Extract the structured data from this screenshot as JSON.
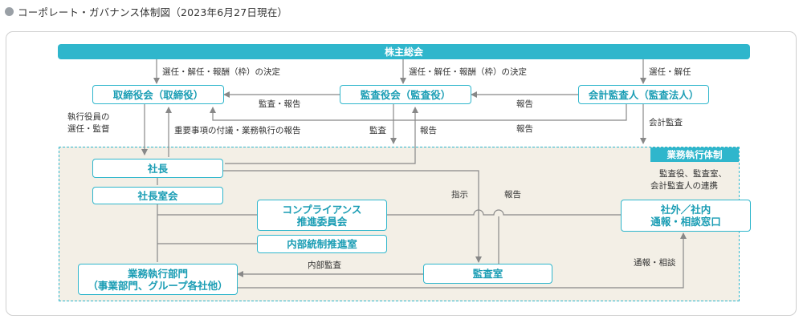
{
  "title": "コーポレート・ガバナンス体制図（2023年6月27日現在）",
  "colors": {
    "accent": "#2fb6cc",
    "box_text": "#1a9db4",
    "line": "#888888",
    "exec_area_bg": "#f3efe6",
    "title_dot": "#9aa0a6"
  },
  "nodes": {
    "shareholders": "株主総会",
    "board": "取締役会（取締役）",
    "audit_board": "監査役会（監査役）",
    "accounting_auditor": "会計監査人（監査法人）",
    "president": "社長",
    "president_office": "社長室会",
    "compliance": [
      "コンプライアンス",
      "推進委員会"
    ],
    "internal_control": "内部統制推進室",
    "audit_office": "監査室",
    "business_divisions": [
      "業務執行部門",
      "（事業部門、グループ各社他）"
    ],
    "hotline": [
      "社外／社内",
      "通報・相談窓口"
    ]
  },
  "exec_system": {
    "tag": "業務執行体制",
    "note": [
      "監査役、監査室、",
      "会計監査人の連携"
    ]
  },
  "labels": {
    "elect_board": "選任・解任・報酬（枠）の決定",
    "elect_audit": "選任・解任・報酬（枠）の決定",
    "elect_auditor": "選任・解任",
    "audit_report": "監査・報告",
    "report_auditor_to_audit": "報告",
    "exec_officers": [
      "執行役員の",
      "選任・監督"
    ],
    "important_matters": "重要事項の付議・業務執行の報告",
    "audit": "監査",
    "report_to_audit_board": "報告",
    "report_auditor_to_board": "報告",
    "accounting_audit": "会計監査",
    "instruction": "指示",
    "report_office": "報告",
    "internal_audit": "内部監査",
    "whistleblow": "通報・相談"
  }
}
